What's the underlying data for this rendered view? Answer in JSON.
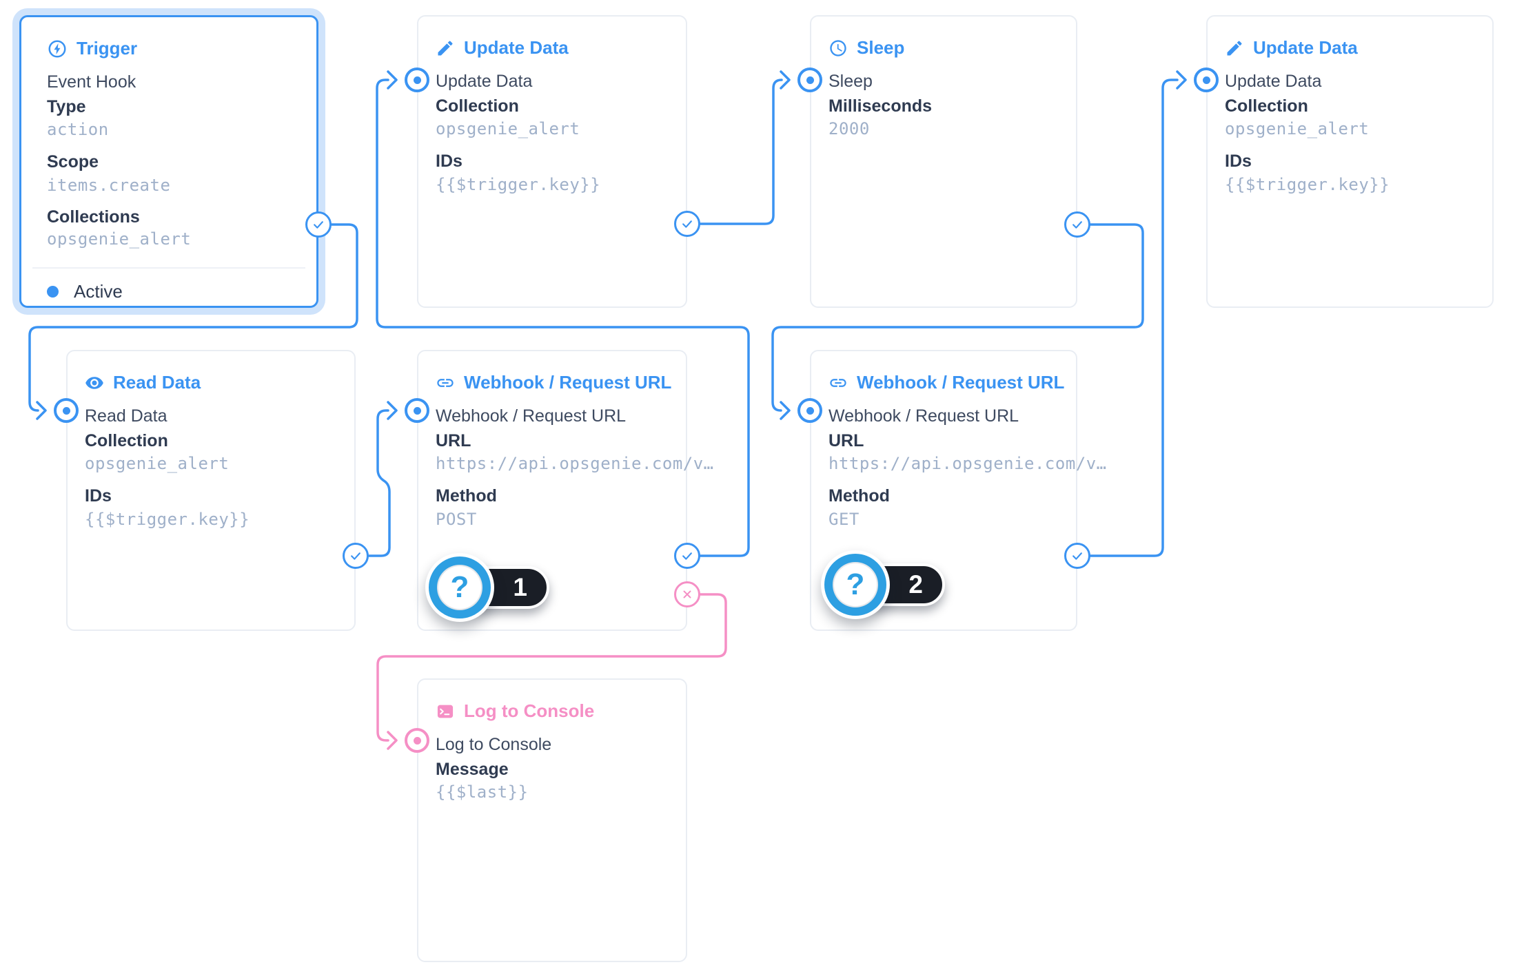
{
  "colors": {
    "accent_blue": "#3a93f2",
    "reject_pink": "#f58fc5",
    "selection_glow": "#cfe3fb",
    "badge_blue": "#2d9fe2",
    "badge_dark": "#1a1e26",
    "label_dark": "#2f3b51",
    "value_muted": "#9fb0c9",
    "card_border": "#e9edf3"
  },
  "nodes": [
    {
      "id": "trigger",
      "icon": "bolt-circle-icon",
      "title": "Trigger",
      "name": "Event Hook",
      "selected": true,
      "status": "Active",
      "fields": [
        {
          "label": "Type",
          "value": "action"
        },
        {
          "label": "Scope",
          "value": "items.create"
        },
        {
          "label": "Collections",
          "value": "opsgenie_alert"
        }
      ]
    },
    {
      "id": "update-data-1",
      "icon": "pencil-icon",
      "title": "Update Data",
      "name": "Update Data",
      "fields": [
        {
          "label": "Collection",
          "value": "opsgenie_alert"
        },
        {
          "label": "IDs",
          "value": "{{$trigger.key}}"
        }
      ]
    },
    {
      "id": "sleep",
      "icon": "clock-icon",
      "title": "Sleep",
      "name": "Sleep",
      "fields": [
        {
          "label": "Milliseconds",
          "value": "2000"
        }
      ]
    },
    {
      "id": "update-data-2",
      "icon": "pencil-icon",
      "title": "Update Data",
      "name": "Update Data",
      "fields": [
        {
          "label": "Collection",
          "value": "opsgenie_alert"
        },
        {
          "label": "IDs",
          "value": "{{$trigger.key}}"
        }
      ]
    },
    {
      "id": "read-data",
      "icon": "eye-icon",
      "title": "Read Data",
      "name": "Read Data",
      "fields": [
        {
          "label": "Collection",
          "value": "opsgenie_alert"
        },
        {
          "label": "IDs",
          "value": "{{$trigger.key}}"
        }
      ]
    },
    {
      "id": "webhook-post",
      "icon": "link-icon",
      "title": "Webhook / Request URL",
      "name": "Webhook / Request URL",
      "badge": "1",
      "fields": [
        {
          "label": "URL",
          "value": "https://api.opsgenie.com/v…"
        },
        {
          "label": "Method",
          "value": "POST"
        }
      ]
    },
    {
      "id": "webhook-get",
      "icon": "link-icon",
      "title": "Webhook / Request URL",
      "name": "Webhook / Request URL",
      "badge": "2",
      "fields": [
        {
          "label": "URL",
          "value": "https://api.opsgenie.com/v…"
        },
        {
          "label": "Method",
          "value": "GET"
        }
      ]
    },
    {
      "id": "log-console",
      "icon": "terminal-icon",
      "title": "Log to Console",
      "name": "Log to Console",
      "fields": [
        {
          "label": "Message",
          "value": "{{$last}}"
        }
      ]
    }
  ],
  "edges": [
    {
      "from": "trigger",
      "to": "read-data",
      "type": "resolve"
    },
    {
      "from": "read-data",
      "to": "webhook-post",
      "type": "resolve"
    },
    {
      "from": "webhook-post",
      "to": "update-data-1",
      "type": "resolve"
    },
    {
      "from": "update-data-1",
      "to": "sleep",
      "type": "resolve"
    },
    {
      "from": "sleep",
      "to": "webhook-get",
      "type": "resolve"
    },
    {
      "from": "webhook-get",
      "to": "update-data-2",
      "type": "resolve"
    },
    {
      "from": "webhook-post",
      "to": "log-console",
      "type": "reject"
    }
  ],
  "badge_icon": "?"
}
